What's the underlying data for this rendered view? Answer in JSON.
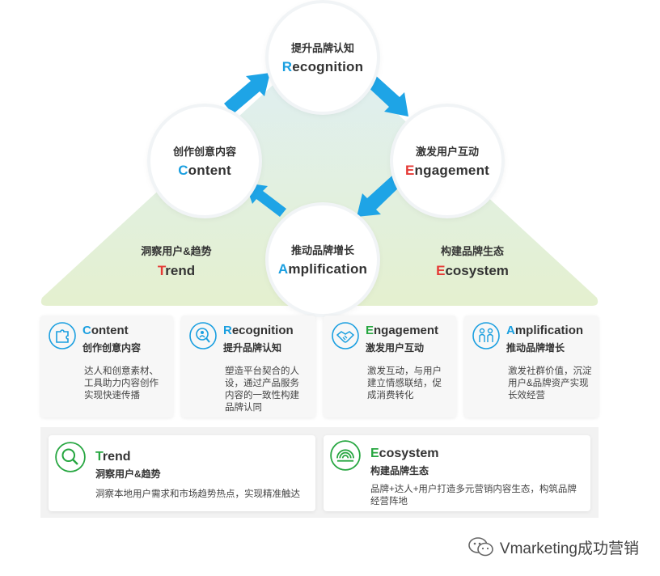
{
  "colors": {
    "blue": "#1a9fe0",
    "red": "#e53935",
    "green": "#26a640",
    "arrow": "#1ea4e6",
    "text": "#333333"
  },
  "circles": {
    "recognition": {
      "cn": "提升品牌认知",
      "letter": "R",
      "rest": "ecognition"
    },
    "engagement": {
      "cn": "激发用户互动",
      "letter": "E",
      "rest": "ngagement"
    },
    "amplification": {
      "cn": "推动品牌增长",
      "letter": "A",
      "rest": "mplification"
    },
    "content": {
      "cn": "创作创意内容",
      "letter": "C",
      "rest": "ontent"
    }
  },
  "triangle": {
    "trend": {
      "cn": "洞察用户&趋势",
      "letter": "T",
      "rest": "rend"
    },
    "ecosystem": {
      "cn": "构建品牌生态",
      "letter": "E",
      "rest": "cosystem"
    }
  },
  "cards": {
    "content": {
      "letter": "C",
      "rest": "ontent",
      "cn": "创作创意内容",
      "desc": [
        "达人和创意素材、",
        "工具助力内容创作",
        "实现快速传播"
      ],
      "icon": "puzzle-icon"
    },
    "recognition": {
      "letter": "R",
      "rest": "ecognition",
      "cn": "提升品牌认知",
      "desc": [
        "塑造平台契合的人",
        "设，通过产品服务",
        "内容的一致性构建",
        "品牌认同"
      ],
      "icon": "person-search-icon"
    },
    "engagement": {
      "letter": "E",
      "rest": "ngagement",
      "cn": "激发用户互动",
      "desc": [
        "激发互动，与用户",
        "建立情感联结，促",
        "成消费转化"
      ],
      "icon": "handshake-icon"
    },
    "amplification": {
      "letter": "A",
      "rest": "mplification",
      "cn": "推动品牌增长",
      "desc": [
        "激发社群价值，沉淀",
        "用户&品牌资产实现",
        "长效经营"
      ],
      "icon": "group-icon"
    },
    "trend": {
      "letter": "T",
      "rest": "rend",
      "cn": "洞察用户&趋势",
      "desc": [
        "洞察本地用户需求和市场趋势热点，实现精准触达"
      ],
      "icon": "magnifier-icon"
    },
    "ecosystem": {
      "letter": "E",
      "rest": "cosystem",
      "cn": "构建品牌生态",
      "desc": [
        "品牌+达人+用户打造多元营销内容生态，构筑品牌",
        "经营阵地"
      ],
      "icon": "signal-icon"
    }
  },
  "watermark": {
    "text": "Vmarketing成功营销"
  }
}
